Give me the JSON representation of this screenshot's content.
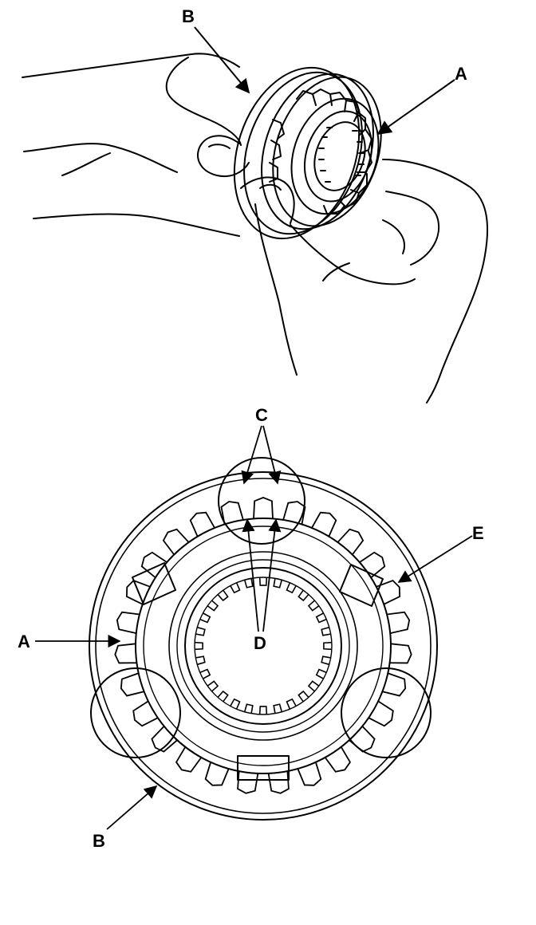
{
  "callouts": {
    "top_b": "B",
    "top_a": "A",
    "bottom_c": "C",
    "bottom_e": "E",
    "bottom_a": "A",
    "bottom_d": "D",
    "bottom_b": "B"
  },
  "colors": {
    "ink": "#000000",
    "paper": "#ffffff"
  }
}
